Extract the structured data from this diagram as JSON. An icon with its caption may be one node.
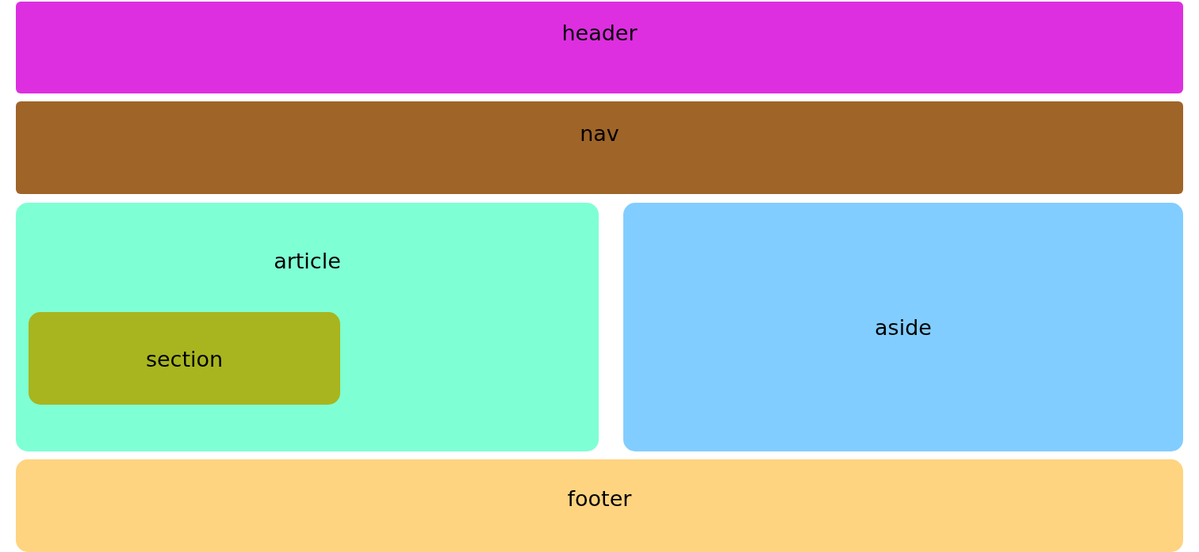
{
  "diagram": {
    "nodes": [
      {
        "text": [
          "header"
        ]
      },
      {
        "text": [
          "nav"
        ]
      },
      {
        "text": [
          "article"
        ]
      },
      {
        "text": [
          "section"
        ],
        "in": 2
      },
      {
        "text": [
          "aside"
        ]
      },
      {
        "text": [
          "footer"
        ]
      }
    ]
  }
}
